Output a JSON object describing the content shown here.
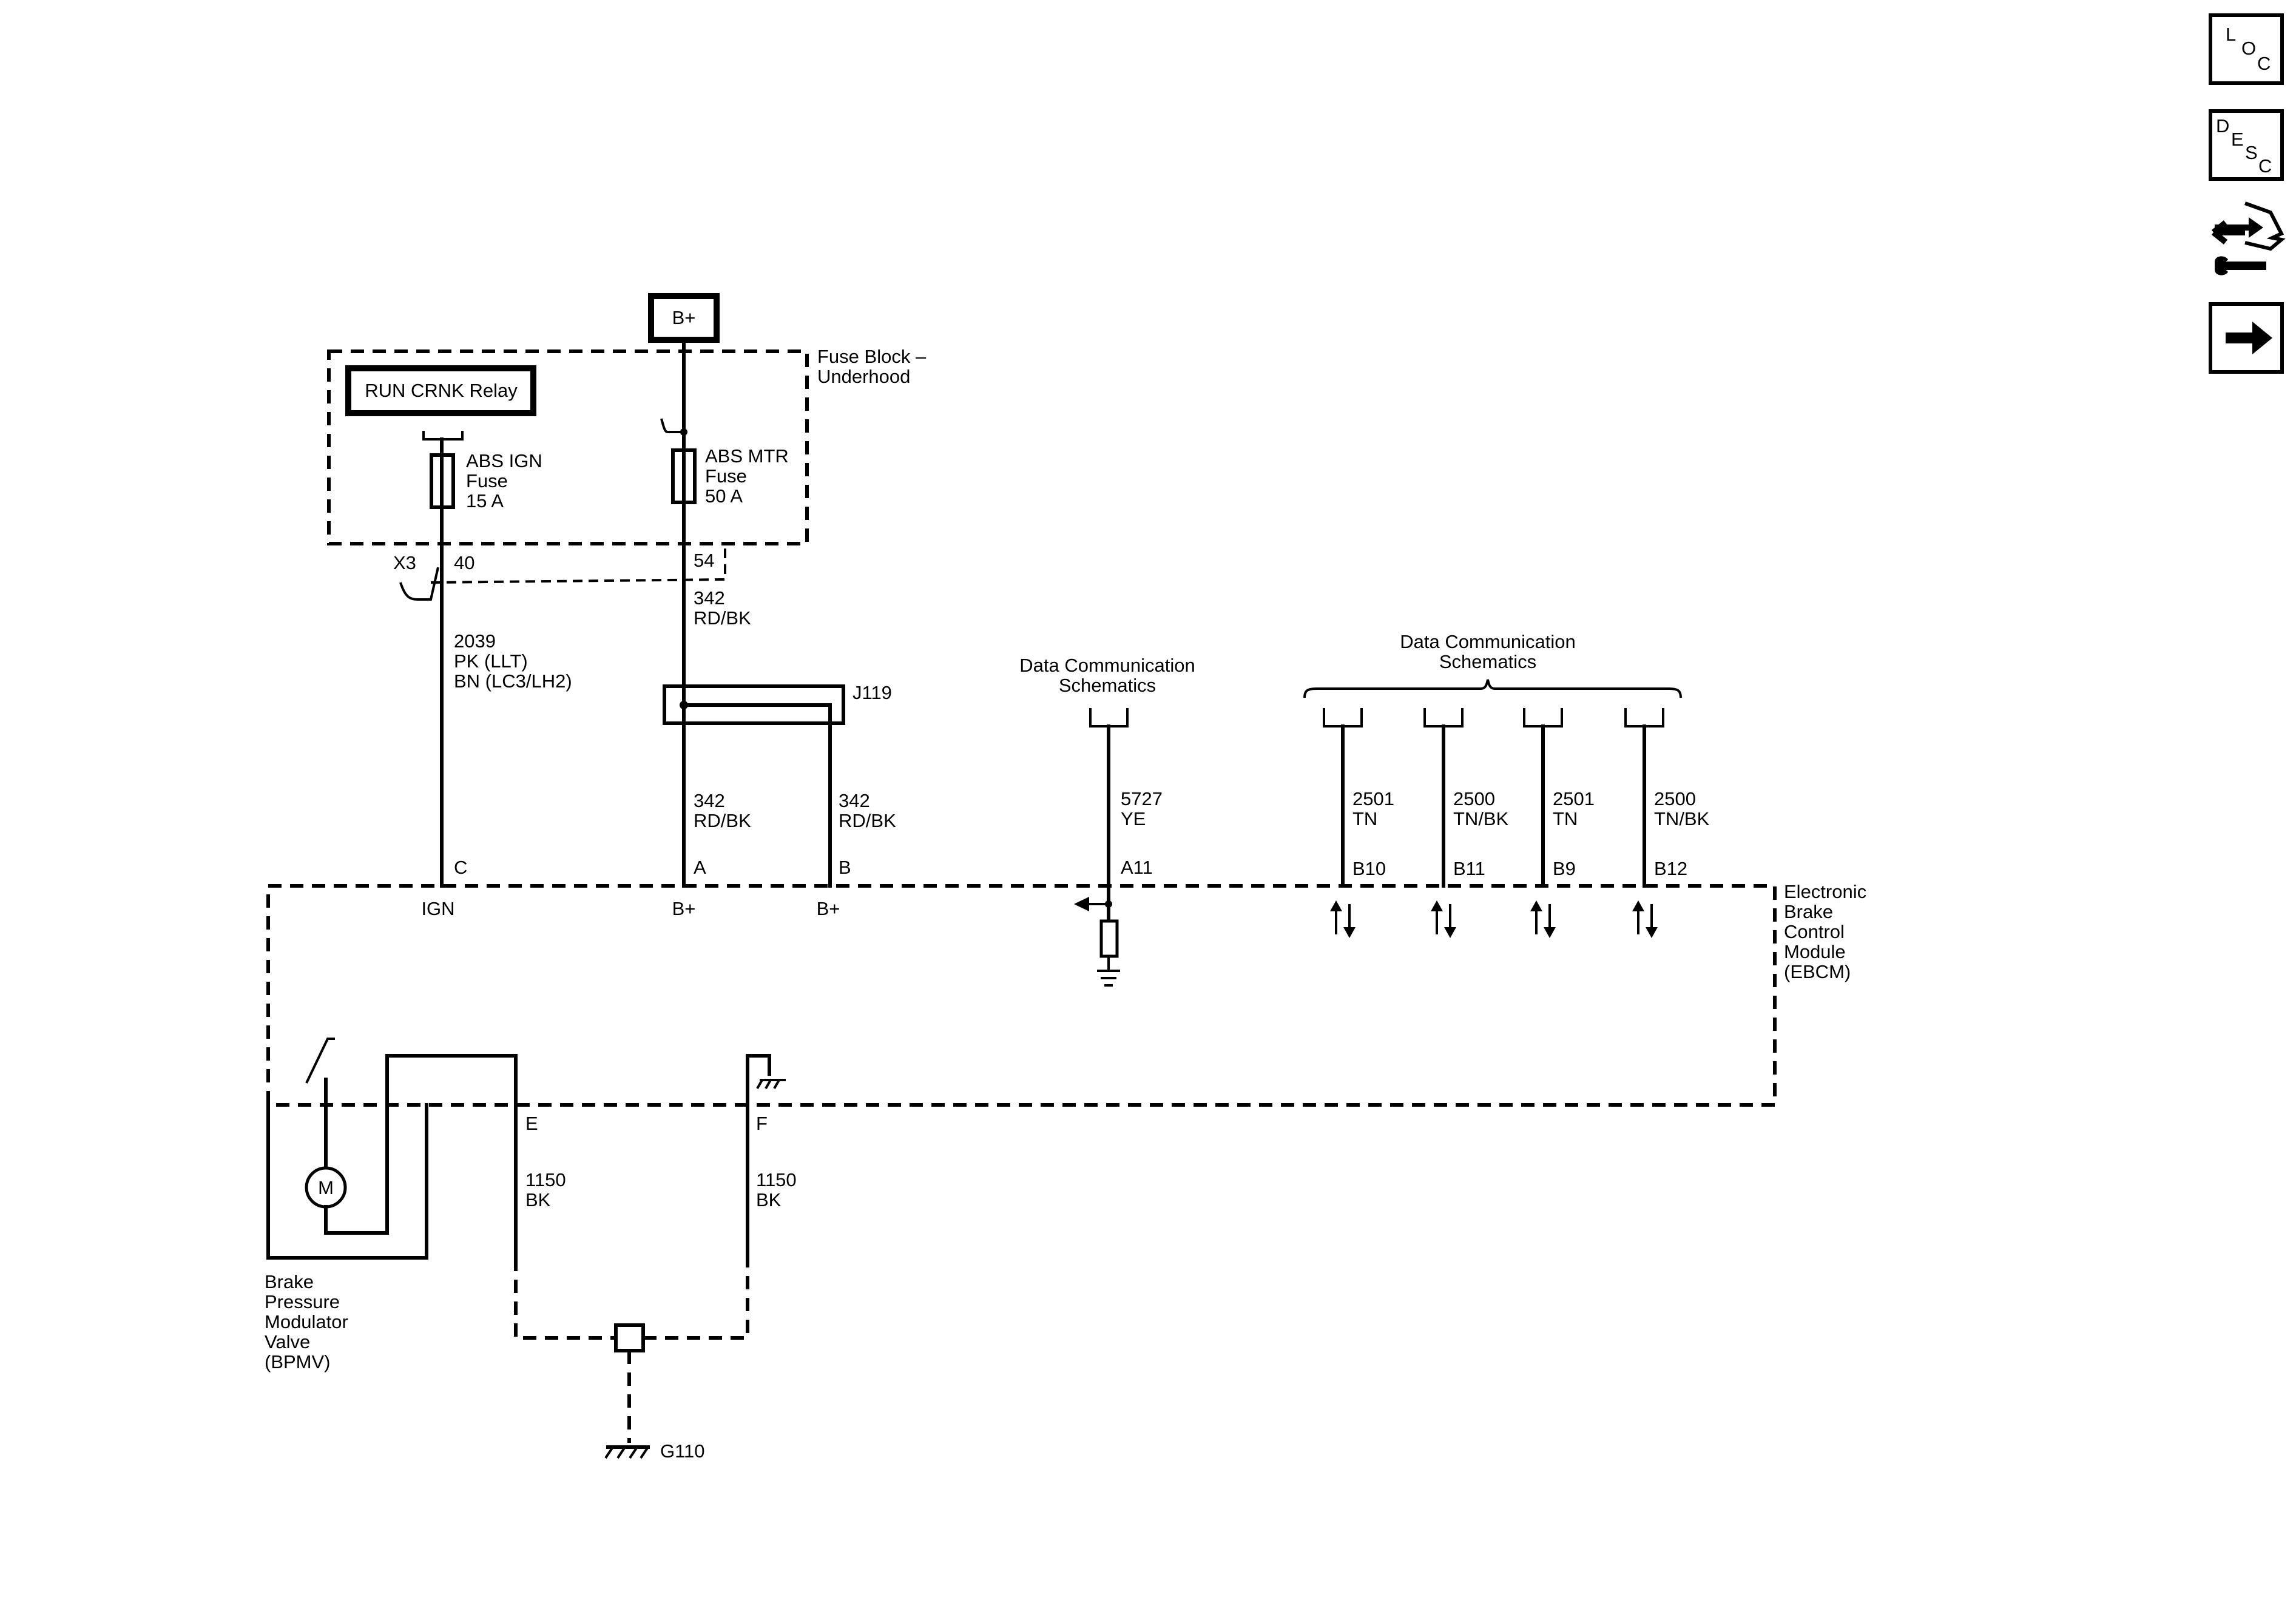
{
  "nav": {
    "loc": [
      "L",
      "O",
      "C"
    ],
    "desc": [
      "D",
      "E",
      "S",
      "C"
    ]
  },
  "power": {
    "bplus": "B+"
  },
  "fuse_block": {
    "title_line1": "Fuse Block –",
    "title_line2": "Underhood",
    "relay": "RUN CRNK Relay",
    "fuse1": [
      "ABS IGN",
      "Fuse",
      "15 A"
    ],
    "fuse2": [
      "ABS MTR",
      "Fuse",
      "50 A"
    ]
  },
  "connectors": {
    "x3": "X3",
    "pin40": "40",
    "pin54": "54",
    "j119": "J119"
  },
  "wires": {
    "w342_top": [
      "342",
      "RD/BK"
    ],
    "w2039": [
      "2039",
      "PK (LLT)",
      "BN (LC3/LH2)"
    ],
    "w342_a": [
      "342",
      "RD/BK"
    ],
    "w342_b": [
      "342",
      "RD/BK"
    ],
    "w5727": [
      "5727",
      "YE"
    ],
    "w2501_b10": [
      "2501",
      "TN"
    ],
    "w2500_b11": [
      "2500",
      "TN/BK"
    ],
    "w2501_b9": [
      "2501",
      "TN"
    ],
    "w2500_b12": [
      "2500",
      "TN/BK"
    ],
    "w1150_e": [
      "1150",
      "BK"
    ],
    "w1150_f": [
      "1150",
      "BK"
    ]
  },
  "refs": {
    "data_comm_single": [
      "Data Communication",
      "Schematics"
    ],
    "data_comm_group": [
      "Data Communication",
      "Schematics"
    ]
  },
  "ebcm": {
    "pins": {
      "c": "C",
      "a": "A",
      "b": "B",
      "a11": "A11",
      "b10": "B10",
      "b11": "B11",
      "b9": "B9",
      "b12": "B12",
      "e": "E",
      "f": "F"
    },
    "inner": {
      "ign": "IGN",
      "bplus_a": "B+",
      "bplus_b": "B+"
    },
    "name": [
      "Electronic",
      "Brake",
      "Control",
      "Module",
      "(EBCM)"
    ]
  },
  "bpmv": {
    "motor": "M",
    "name": [
      "Brake",
      "Pressure",
      "Modulator",
      "Valve",
      "(BPMV)"
    ]
  },
  "ground": {
    "g110": "G110"
  }
}
